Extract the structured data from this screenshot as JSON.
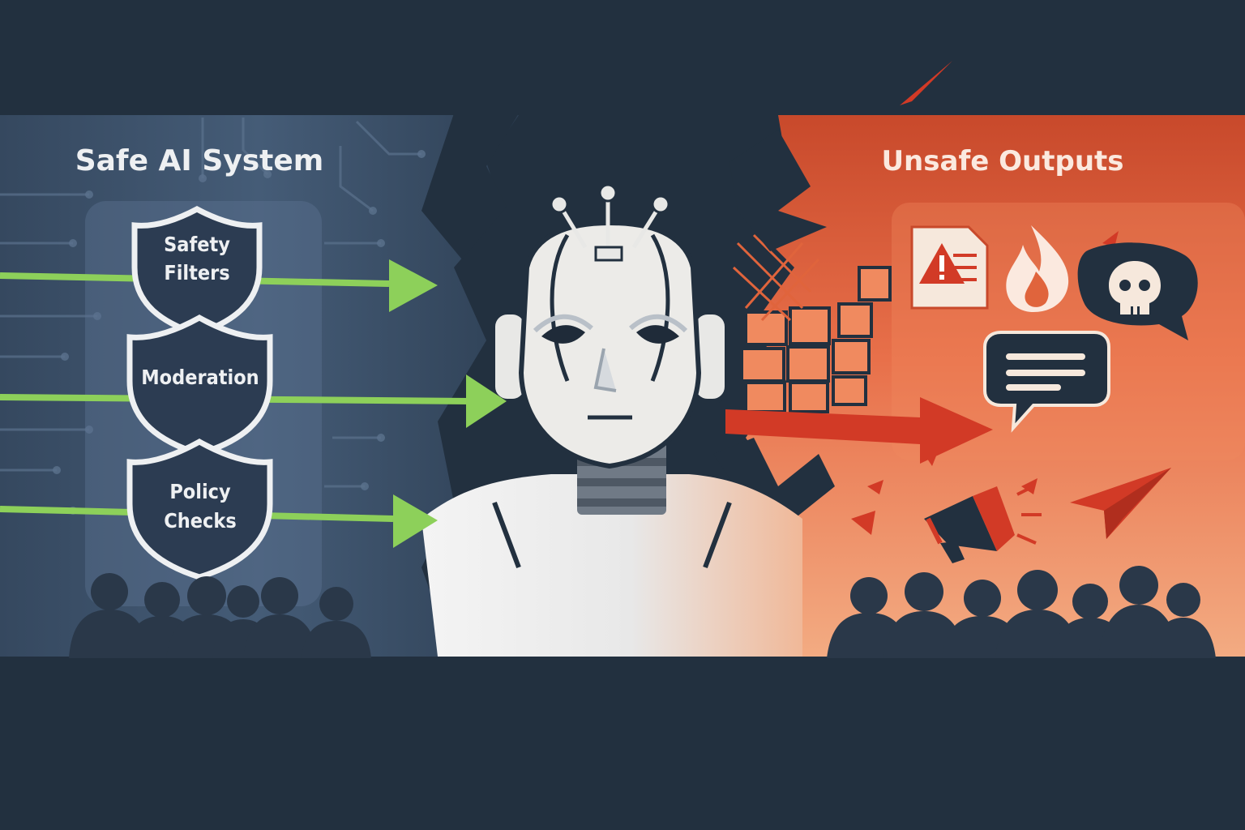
{
  "left_panel": {
    "title": "Safe AI System",
    "shields": [
      {
        "line1": "Safety",
        "line2": "Filters"
      },
      {
        "line1": "Moderation",
        "line2": ""
      },
      {
        "line1": "Policy",
        "line2": "Checks"
      }
    ]
  },
  "right_panel": {
    "title": "Unsafe Outputs",
    "icons": [
      "warning-document-icon",
      "fire-icon",
      "skull-speech-bubble-icon",
      "text-speech-bubble-icon",
      "megaphone-icon",
      "paper-plane-icon"
    ]
  },
  "colors": {
    "background": "#22303f",
    "safe_panel": "#3f5670",
    "unsafe_panel": "#e0643c",
    "green_arrow": "#8dd05a",
    "red_arrow": "#d23a26",
    "shield_fill": "#2c3c52",
    "robot_face": "#ecebe8"
  }
}
